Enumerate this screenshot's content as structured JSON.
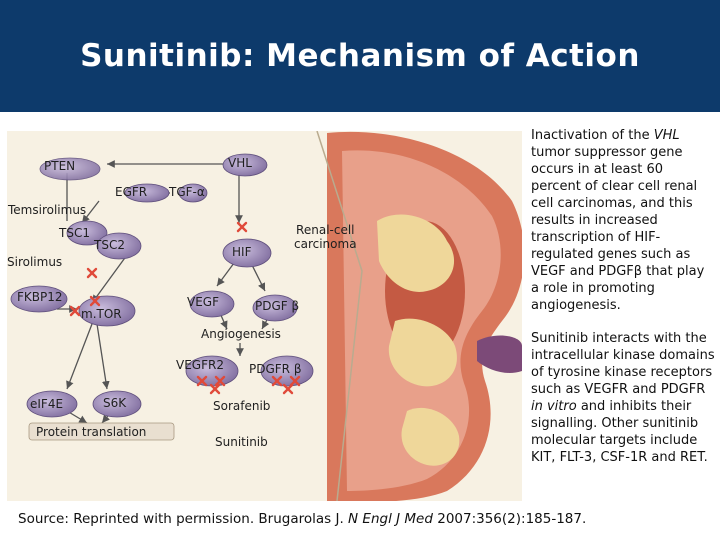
{
  "header": {
    "title": "Sunitinib: Mechanism of Action"
  },
  "diagram": {
    "labels": {
      "pten": "PTEN",
      "vhl": "VHL",
      "egfr": "EGFR",
      "tgf": "TGF-α",
      "temsirolimus": "Temsirolimus",
      "tsc1": "TSC1",
      "tsc2": "TSC2",
      "sirolimus": "Sirolimus",
      "fkbp12": "FKBP12",
      "mtor": "m.TOR",
      "hif": "HIF",
      "vegf": "VEGF",
      "pdgfb": "PDGF β",
      "renal": "Renal-cell\ncarcinoma",
      "angiogenesis": "Angiogenesis",
      "vegfr2": "VEGFR2",
      "pdgfrb": "PDGFR β",
      "eif4e": "eIF4E",
      "s6k": "S6K",
      "protein": "Protein translation",
      "sorafenib": "Sorafenib",
      "sunitinib": "Sunitinib"
    },
    "colors": {
      "background": "#f7f1e3",
      "kidney_outer": "#d9785c",
      "kidney_cortex": "#e8a08a",
      "tumor": "#efd79a",
      "inhibitor_x": "#e04a3a",
      "protein_purple": "#8a76a8"
    }
  },
  "sidebar": {
    "para1": {
      "before": "Inactivation of the ",
      "italic": "VHL",
      "after": " tumor suppressor gene occurs in at least 60 percent of clear cell renal cell carcinomas, and this results in increased transcription of HIF-regulated genes such as VEGF and PDGFβ that play a role in promoting angiogenesis."
    },
    "para2": {
      "before": "Sunitinib interacts with the intracellular kinase domains of tyrosine kinase receptors such as VEGFR and PDGFR ",
      "italic": "in vitro",
      "after": " and inhibits their signalling. Other sunitinib molecular targets include KIT, FLT-3, CSF-1R and RET."
    }
  },
  "footer": {
    "before": "Source: Reprinted with permission. Brugarolas J. ",
    "italic": "N Engl J Med",
    "after": " 2007:356(2):185-187."
  }
}
